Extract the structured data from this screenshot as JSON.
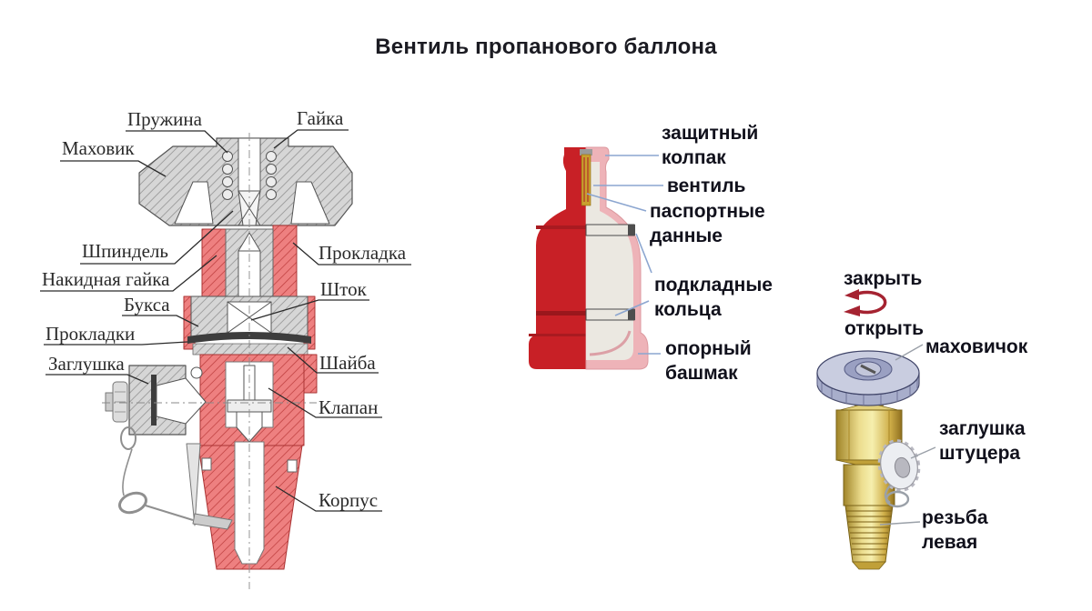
{
  "title": "Вентиль пропанового баллона",
  "sections": {
    "cross_section": {
      "description": "разрез вентиля",
      "labels": {
        "pruzhina": "Пружина",
        "gaika": "Гайка",
        "makhovik": "Маховик",
        "shpindel": "Шпиндель",
        "prokladka": "Прокладка",
        "nakidnaya_gaika": "Накидная гайка",
        "shtok": "Шток",
        "buksa": "Букса",
        "prokladki": "Прокладки",
        "shaiba": "Шайба",
        "zaglushka": "Заглушка",
        "klapan": "Клапан",
        "korpus": "Корпус"
      }
    },
    "cylinder": {
      "description": "пропановый баллон в разрезе",
      "labels": {
        "zashchitny_kolpak": "защитный\nколпак",
        "ventil": "вентиль",
        "pasportnye_dannye": "паспортные\nданные",
        "podkladnye_koltsa": "подкладные\nкольца",
        "oporny_bashmak": "опорный\nбашмак"
      }
    },
    "valve_photo": {
      "description": "вентиль (внешний вид)",
      "labels": {
        "zakryt": "закрыть",
        "otkryt": "открыть",
        "makhovichok": "маховичок",
        "zaglushka_shtutsera": "заглушка\nштуцера",
        "rezba_levaya": "резьба\nлевая"
      },
      "icons": {
        "rotation": "rotation-arrow-icon"
      }
    }
  },
  "colors": {
    "section_red": "#ee8080",
    "section_red_hatch": "#bb3a3a",
    "section_gray": "#d6d6d6",
    "section_gray_hatch": "#8f8f8f",
    "cylinder_red": "#c82026",
    "cutaway_pink": "#eeb3b8",
    "cutaway_interior": "#ebe8e1",
    "leader_blue": "#8ca6d0",
    "leader_dark": "#2a2a2a",
    "brass": "#d9c158",
    "wheel_lilac": "#c9cde0",
    "arrow_red": "#a52331",
    "text_dark": "#11111c"
  }
}
